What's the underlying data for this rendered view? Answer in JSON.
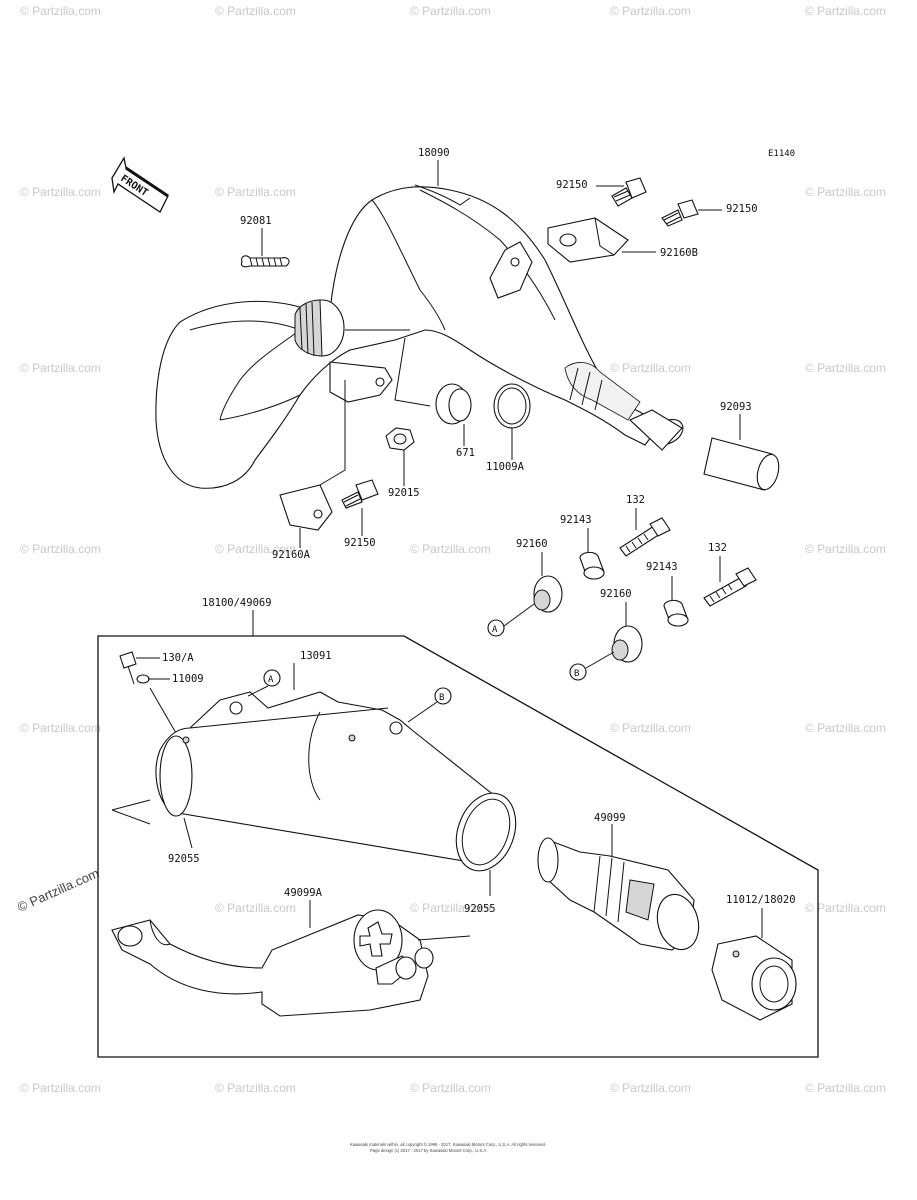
{
  "diagram_code": "E1140",
  "front_label": "FRONT",
  "watermark": "© Partzilla.com",
  "footer": {
    "line1": "Kawasaki materials within, all copyright © 1995 - 2017, Kawasaki Motors Corp., U.S.A.  All rights reserved.",
    "line2": "Page design (c) 2017 - 2017 by Kawasaki Motors Corp., U.S.A."
  },
  "part_labels": {
    "p18090": "18090",
    "p92150_top": "92150",
    "p92150_right": "92150",
    "p92160B": "92160B",
    "p92081": "92081",
    "p92093": "92093",
    "p671": "671",
    "p11009A": "11009A",
    "p92015": "92015",
    "p92160A": "92160A",
    "p92150_low": "92150",
    "p132_a": "132",
    "p92143_a": "92143",
    "p92160_a": "92160",
    "p132_b": "132",
    "p92143_b": "92143",
    "p92160_b": "92160",
    "p18100": "18100/49069",
    "p130A": "130/A",
    "p11009": "11009",
    "p13091": "13091",
    "p92055_l": "92055",
    "p92055_r": "92055",
    "p49099": "49099",
    "p49099A": "49099A",
    "p11012": "11012/18020"
  },
  "callouts": {
    "a1": "A",
    "a2": "A",
    "b1": "B",
    "b2": "B"
  }
}
